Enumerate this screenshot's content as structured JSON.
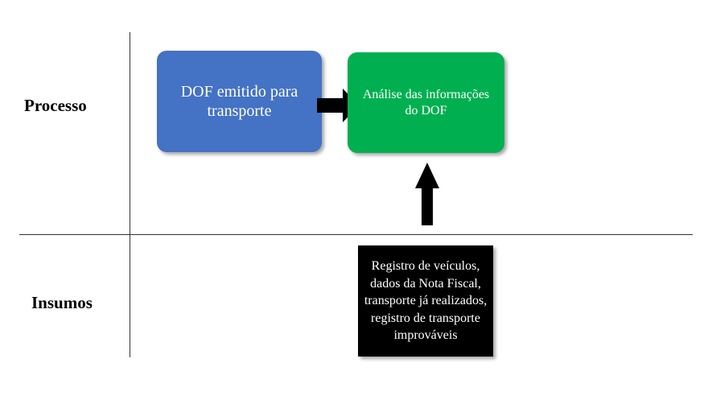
{
  "labels": {
    "processo": "Processo",
    "insumos": "Insumos"
  },
  "boxes": {
    "dof": "DOF emitido para transporte",
    "analise": "Análise das informações do DOF",
    "insumos": "Registro de veículos, dados da Nota Fiscal, transporte já realizados, registro de transporte improváveis"
  },
  "colors": {
    "dof": "#4472c4",
    "analise": "#00b050",
    "insumos": "#000000",
    "arrow": "#000000"
  }
}
